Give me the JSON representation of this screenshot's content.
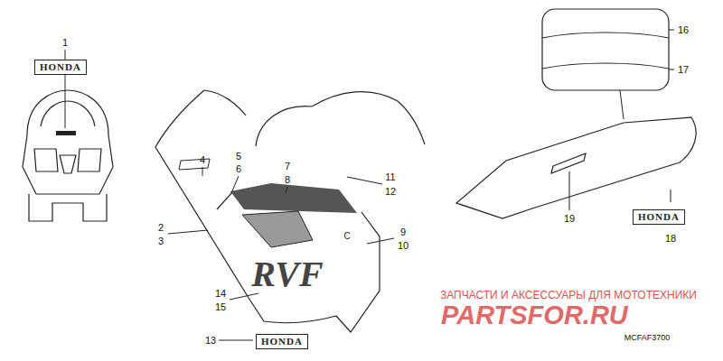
{
  "diagram": {
    "nodes": [
      {
        "text": [
          "HONDA"
        ]
      },
      {
        "text": [
          "HONDA"
        ]
      },
      {
        "text": [
          "HONDA"
        ]
      }
    ],
    "labels": [
      "1",
      "2",
      "3",
      "4",
      "5",
      "6",
      "7",
      "8",
      "9",
      "10",
      "11",
      "12",
      "13",
      "14",
      "15",
      "16",
      "17",
      "18",
      "19",
      "C",
      "RVF",
      "MCFAF3700",
      "ЗАПЧАСТИ И АКСЕССУАРЫ ДЛЯ МОТОТЕХНИКИ",
      "PARTSFOR.RU"
    ]
  }
}
